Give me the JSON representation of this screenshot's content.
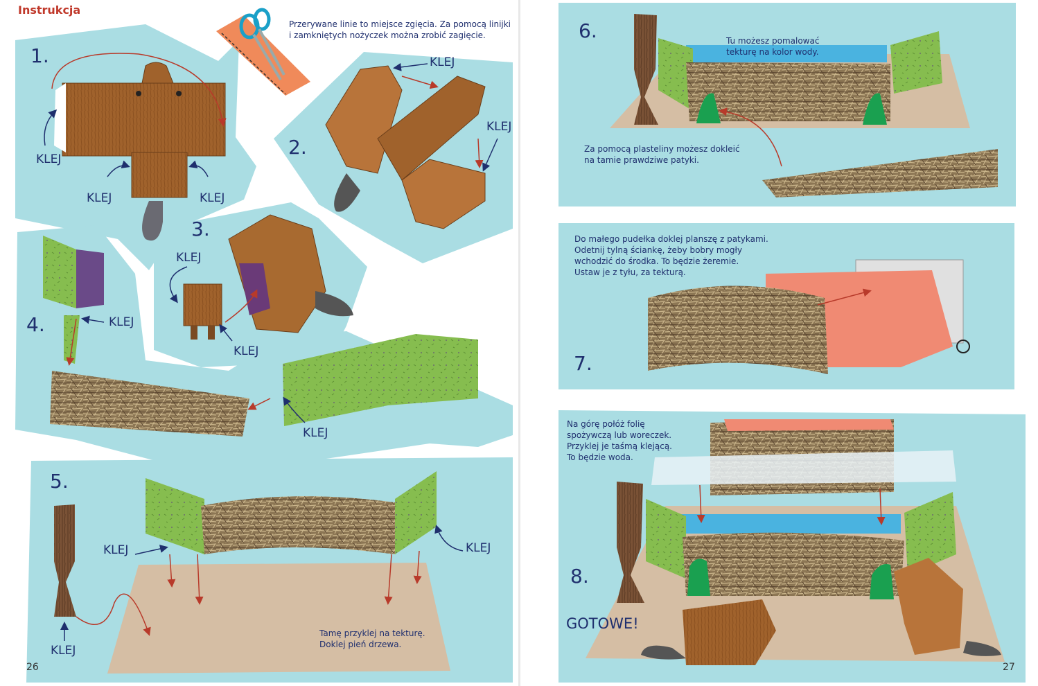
{
  "header": {
    "title": "Instrukcja"
  },
  "tip": {
    "line1": "Przerywane linie to miejsce zgięcia. Za pomocą linijki",
    "line2": "i zamkniętych nożyczek można zrobić zagięcie."
  },
  "steps": {
    "s1": "1.",
    "s2": "2.",
    "s3": "3.",
    "s4": "4.",
    "s5": "5.",
    "s6": "6.",
    "s7": "7.",
    "s8": "8."
  },
  "glue_label": "KLEJ",
  "step5": {
    "line1": "Tamę przyklej na tekturę.",
    "line2": "Doklej pień drzewa."
  },
  "step6": {
    "water1": "Tu możesz pomalować",
    "water2": "tekturę na kolor wody.",
    "sticks1": "Za pomocą plasteliny możesz dokleić",
    "sticks2": "na tamie prawdziwe patyki."
  },
  "step7": {
    "line1": "Do małego pudełka doklej planszę z patykami.",
    "line2": "Odetnij tylną ściankę, żeby bobry mogły",
    "line3": "wchodzić do środka. To będzie żeremie.",
    "line4": "Ustaw je z tyłu, za tekturą."
  },
  "step8": {
    "line1": "Na górę połóż folię",
    "line2": "spożywczą lub woreczek.",
    "line3": "Przyklej je taśmą klejącą.",
    "line4": "To będzie woda."
  },
  "done_label": "GOTOWE!",
  "page_numbers": {
    "left": "26",
    "right": "27"
  },
  "colors": {
    "panel": "#aadde3",
    "title": "#c0392b",
    "text": "#1f2f6e",
    "arrow": "#b83a2a",
    "beaver": "#9c5a2a",
    "grass": "#7fb84a",
    "dam": "#8a7250",
    "cardboard": "#d5bea4",
    "box": "#f08a73",
    "water": "#4ab3e0"
  }
}
